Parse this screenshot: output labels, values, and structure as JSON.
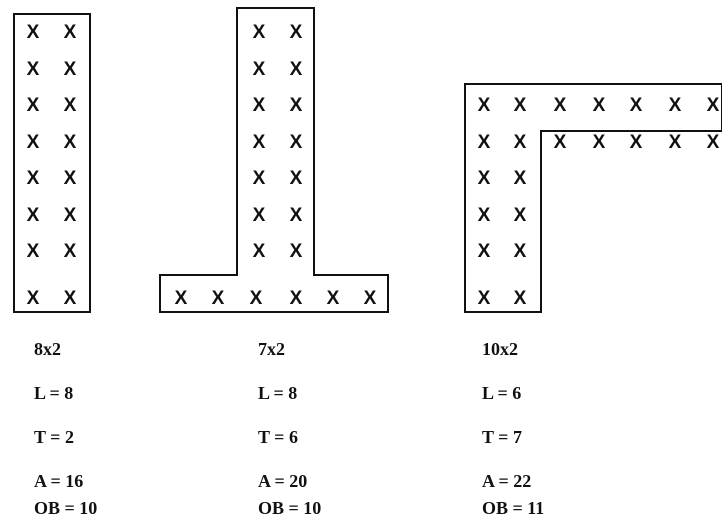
{
  "mark": "X",
  "shapes": [
    {
      "dims": "8x2",
      "L": "L = 8",
      "T": "T = 2",
      "A": "A = 16",
      "OB": "OB = 10"
    },
    {
      "dims": "7x2",
      "L": "L = 8",
      "T": "T = 6",
      "A": "A = 20",
      "OB": "OB = 10"
    },
    {
      "dims": "10x2",
      "L": "L = 6",
      "T": "T = 7",
      "A": "A = 22",
      "OB": "OB = 11"
    }
  ]
}
